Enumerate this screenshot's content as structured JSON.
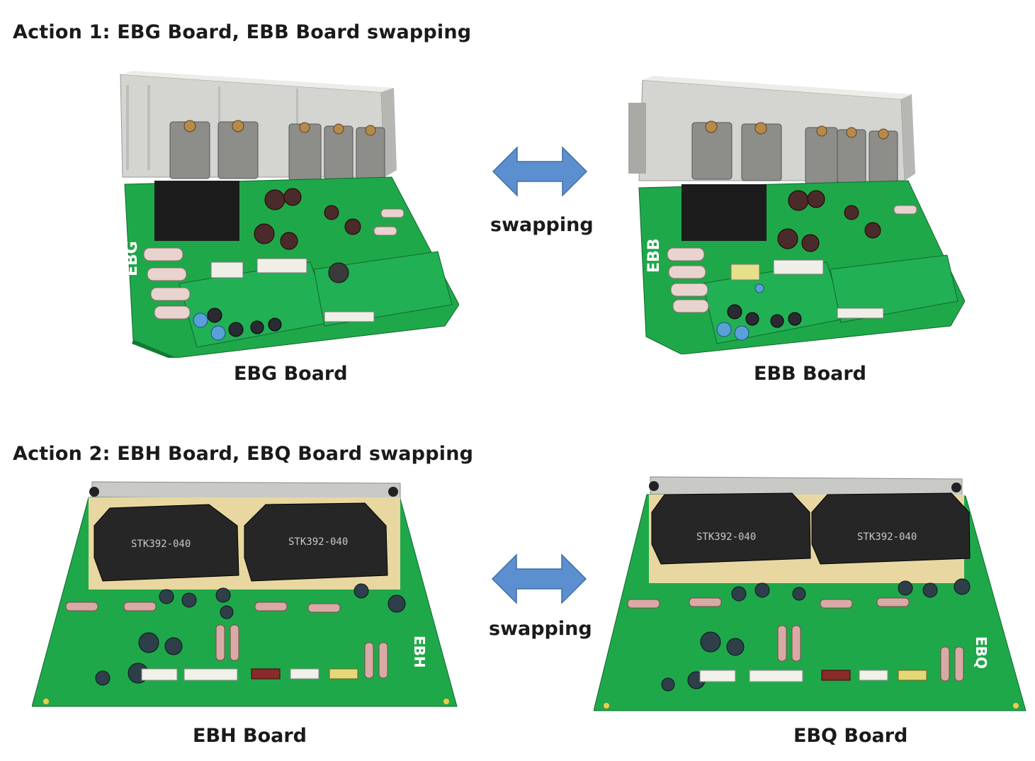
{
  "actions": [
    {
      "title": "Action 1: EBG Board, EBB Board swapping",
      "swap_label": "swapping",
      "boards": [
        {
          "caption": "EBG Board",
          "silkscreen": "EBG"
        },
        {
          "caption": "EBB Board",
          "silkscreen": "EBB"
        }
      ]
    },
    {
      "title": "Action 2: EBH Board, EBQ Board swapping",
      "swap_label": "swapping",
      "boards": [
        {
          "caption": "EBH Board",
          "silkscreen": "EBH",
          "chip_label": "STK392-040"
        },
        {
          "caption": "EBQ Board",
          "silkscreen": "EBQ",
          "chip_label": "STK392-040"
        }
      ]
    }
  ],
  "colors": {
    "arrow": "#5b8fd0",
    "pcb_green": "#1fa84a",
    "heatsink": "#c9c9c6"
  },
  "icons": {
    "swap_arrow": "double-headed-arrow-icon"
  }
}
